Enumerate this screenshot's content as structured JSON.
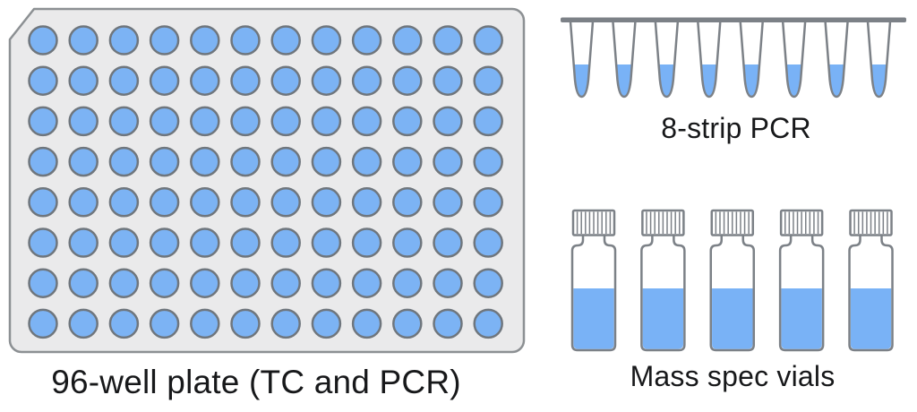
{
  "figure": {
    "plate": {
      "label": "96-well plate (TC and PCR)",
      "rows": 8,
      "columns": 12,
      "well_count": 96
    },
    "pcr_strip": {
      "label": "8-strip PCR",
      "tube_count": 8
    },
    "mass_spec_vials": {
      "label": "Mass spec vials",
      "vial_count": 5
    },
    "colors": {
      "liquid_blue": "#79b2f6",
      "well_blue": "#7cb3f4",
      "outline_gray": "#7c8187",
      "well_stroke_gray": "#6f767d",
      "plate_fill": "#eaeaeb",
      "plate_stroke": "#8c9093",
      "label_text": "#17181a",
      "background": "#ffffff"
    }
  }
}
